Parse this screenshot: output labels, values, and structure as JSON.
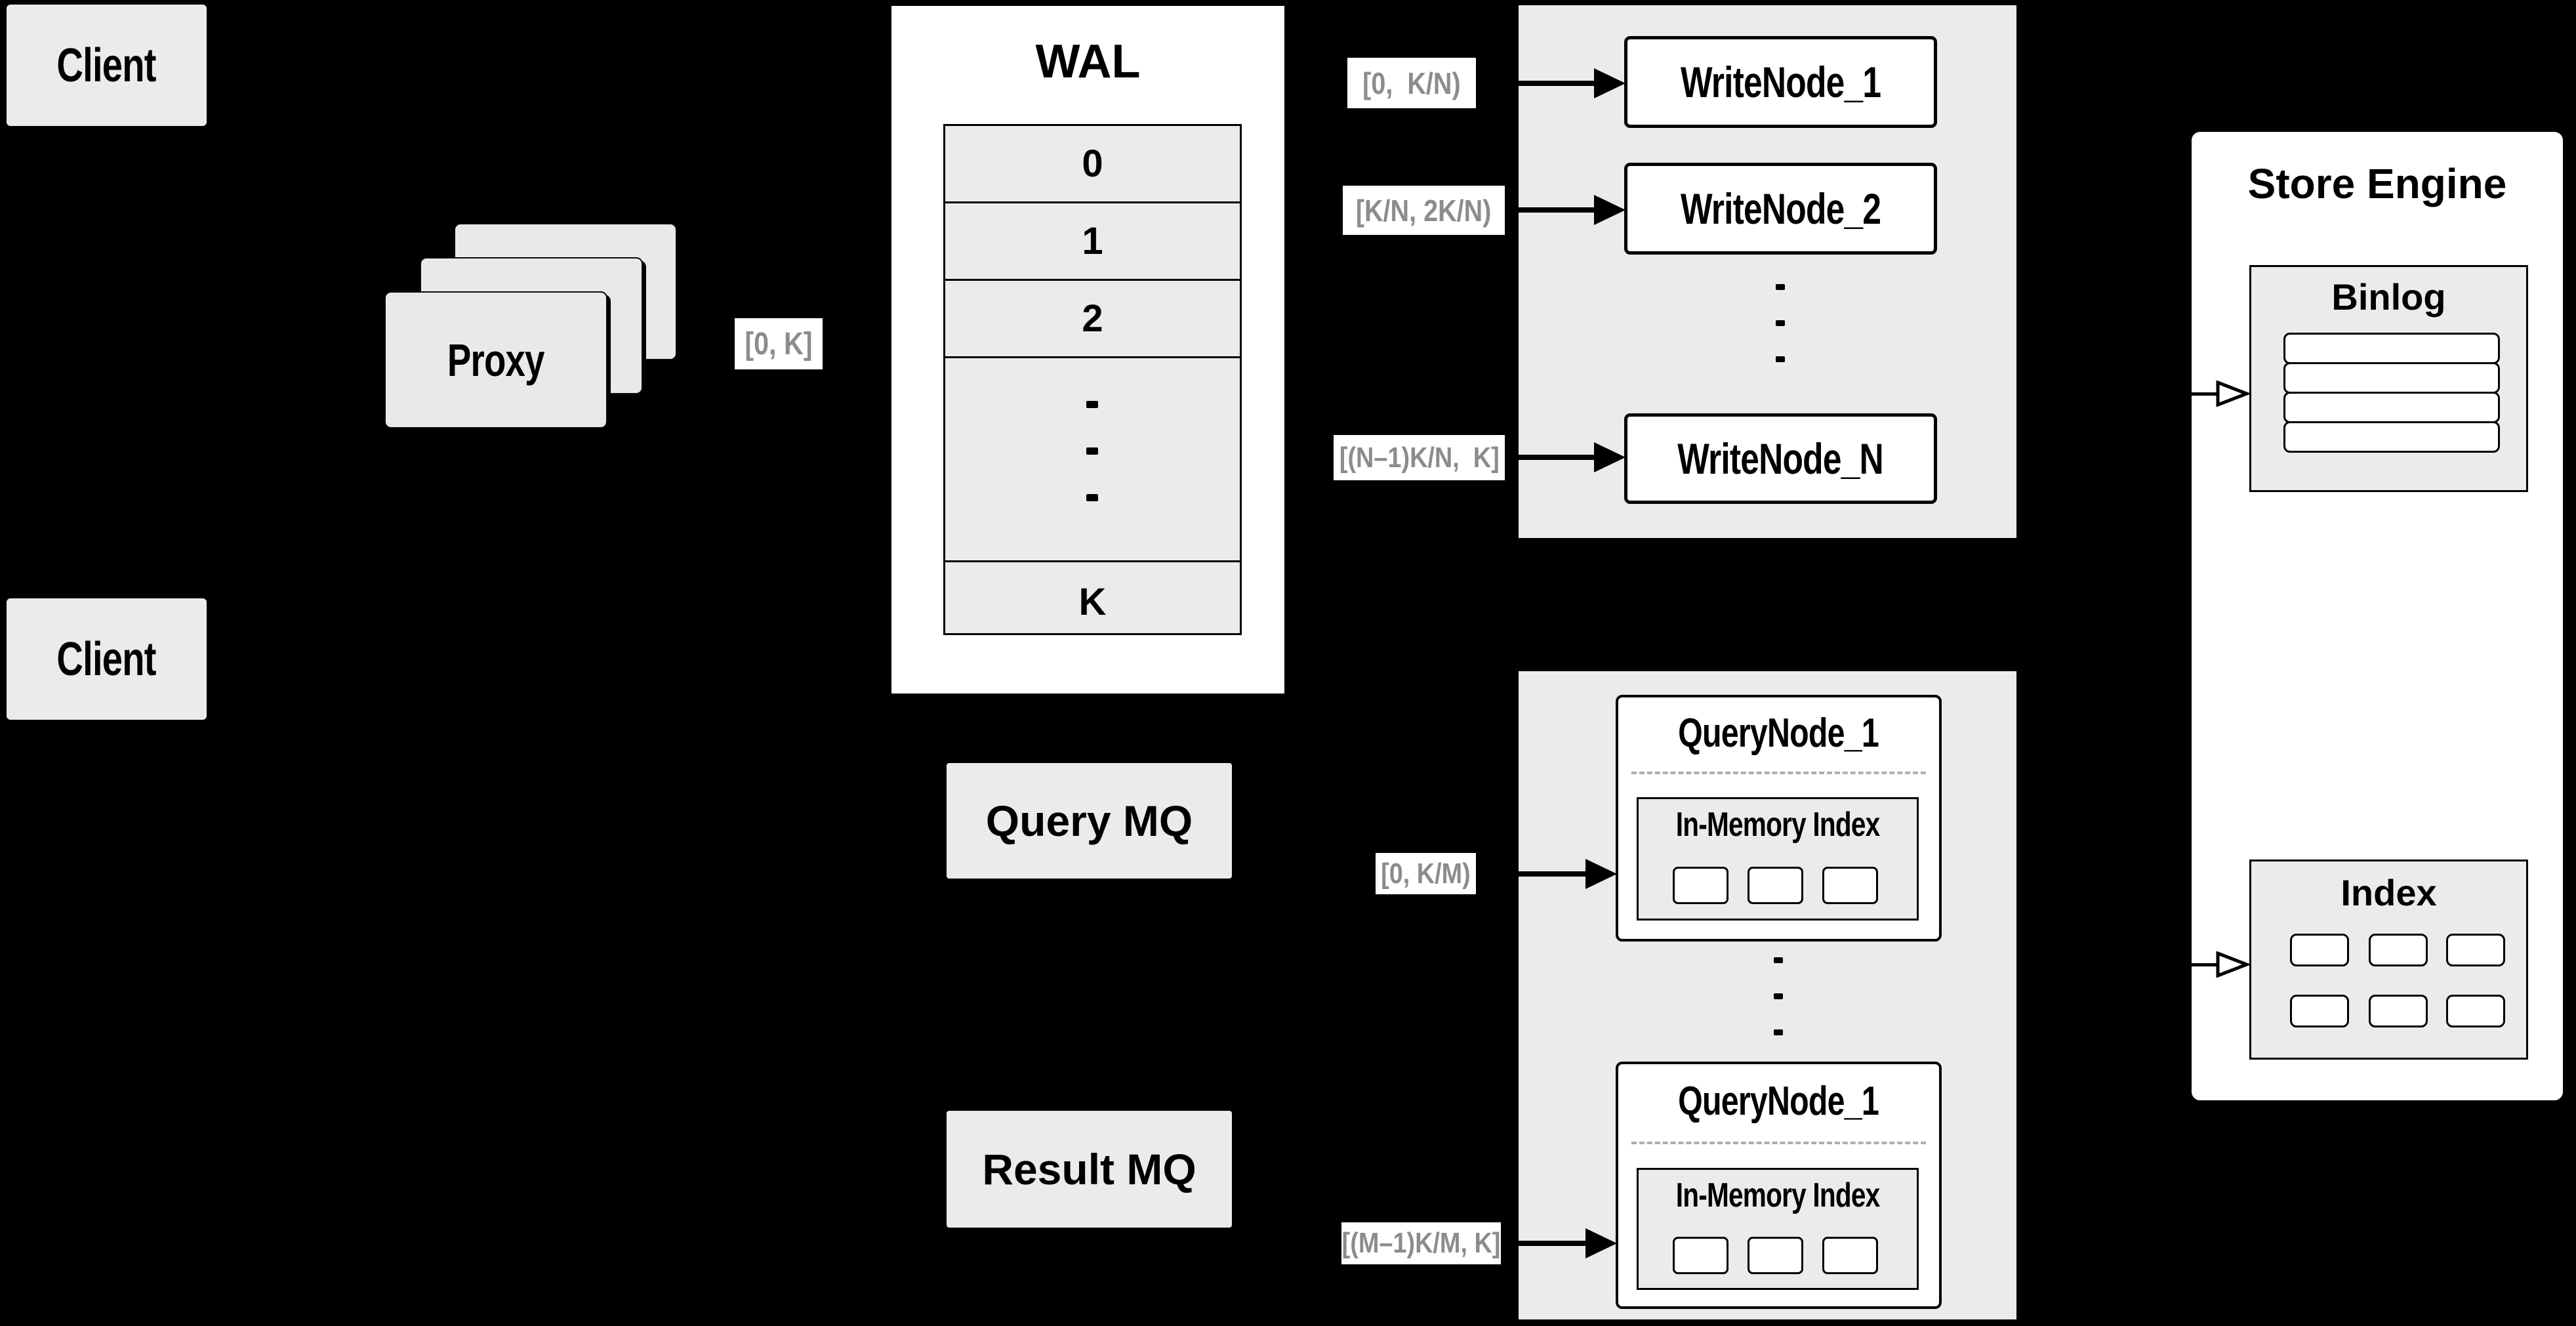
{
  "diagram": {
    "clients": {
      "top": "Client",
      "middle": "Client"
    },
    "proxy": {
      "label": "Proxy"
    },
    "wal": {
      "title": "WAL",
      "rows": [
        "0",
        "1",
        "2"
      ],
      "last_row": "K"
    },
    "flow_labels": {
      "proxy_to_wal": "[0, K]",
      "to_write_node_1": "[0,  K/N)",
      "to_write_node_2": "[K/N, 2K/N)",
      "to_write_node_n": "[(N–1)K/N,  K]",
      "to_query_node_1": "[0, K/M)",
      "to_query_node_2": "[(M–1)K/M, K]"
    },
    "write_nodes": {
      "node_1": "WriteNode_1",
      "node_2": "WriteNode_2",
      "node_n": "WriteNode_N"
    },
    "message_queues": {
      "query": "Query MQ",
      "result": "Result MQ"
    },
    "query_nodes": {
      "node_1": "QueryNode_1",
      "node_2": "QueryNode_1",
      "in_memory_index_1": "In-Memory Index",
      "in_memory_index_2": "In-Memory Index"
    },
    "store_engine": {
      "title": "Store Engine",
      "binlog": "Binlog",
      "index": "Index"
    },
    "colors": {
      "background": "#000000",
      "panel": "#ebebeb",
      "box_fill": "#ffffff",
      "label_text": "#8c8c8c",
      "line": "#000000"
    }
  }
}
